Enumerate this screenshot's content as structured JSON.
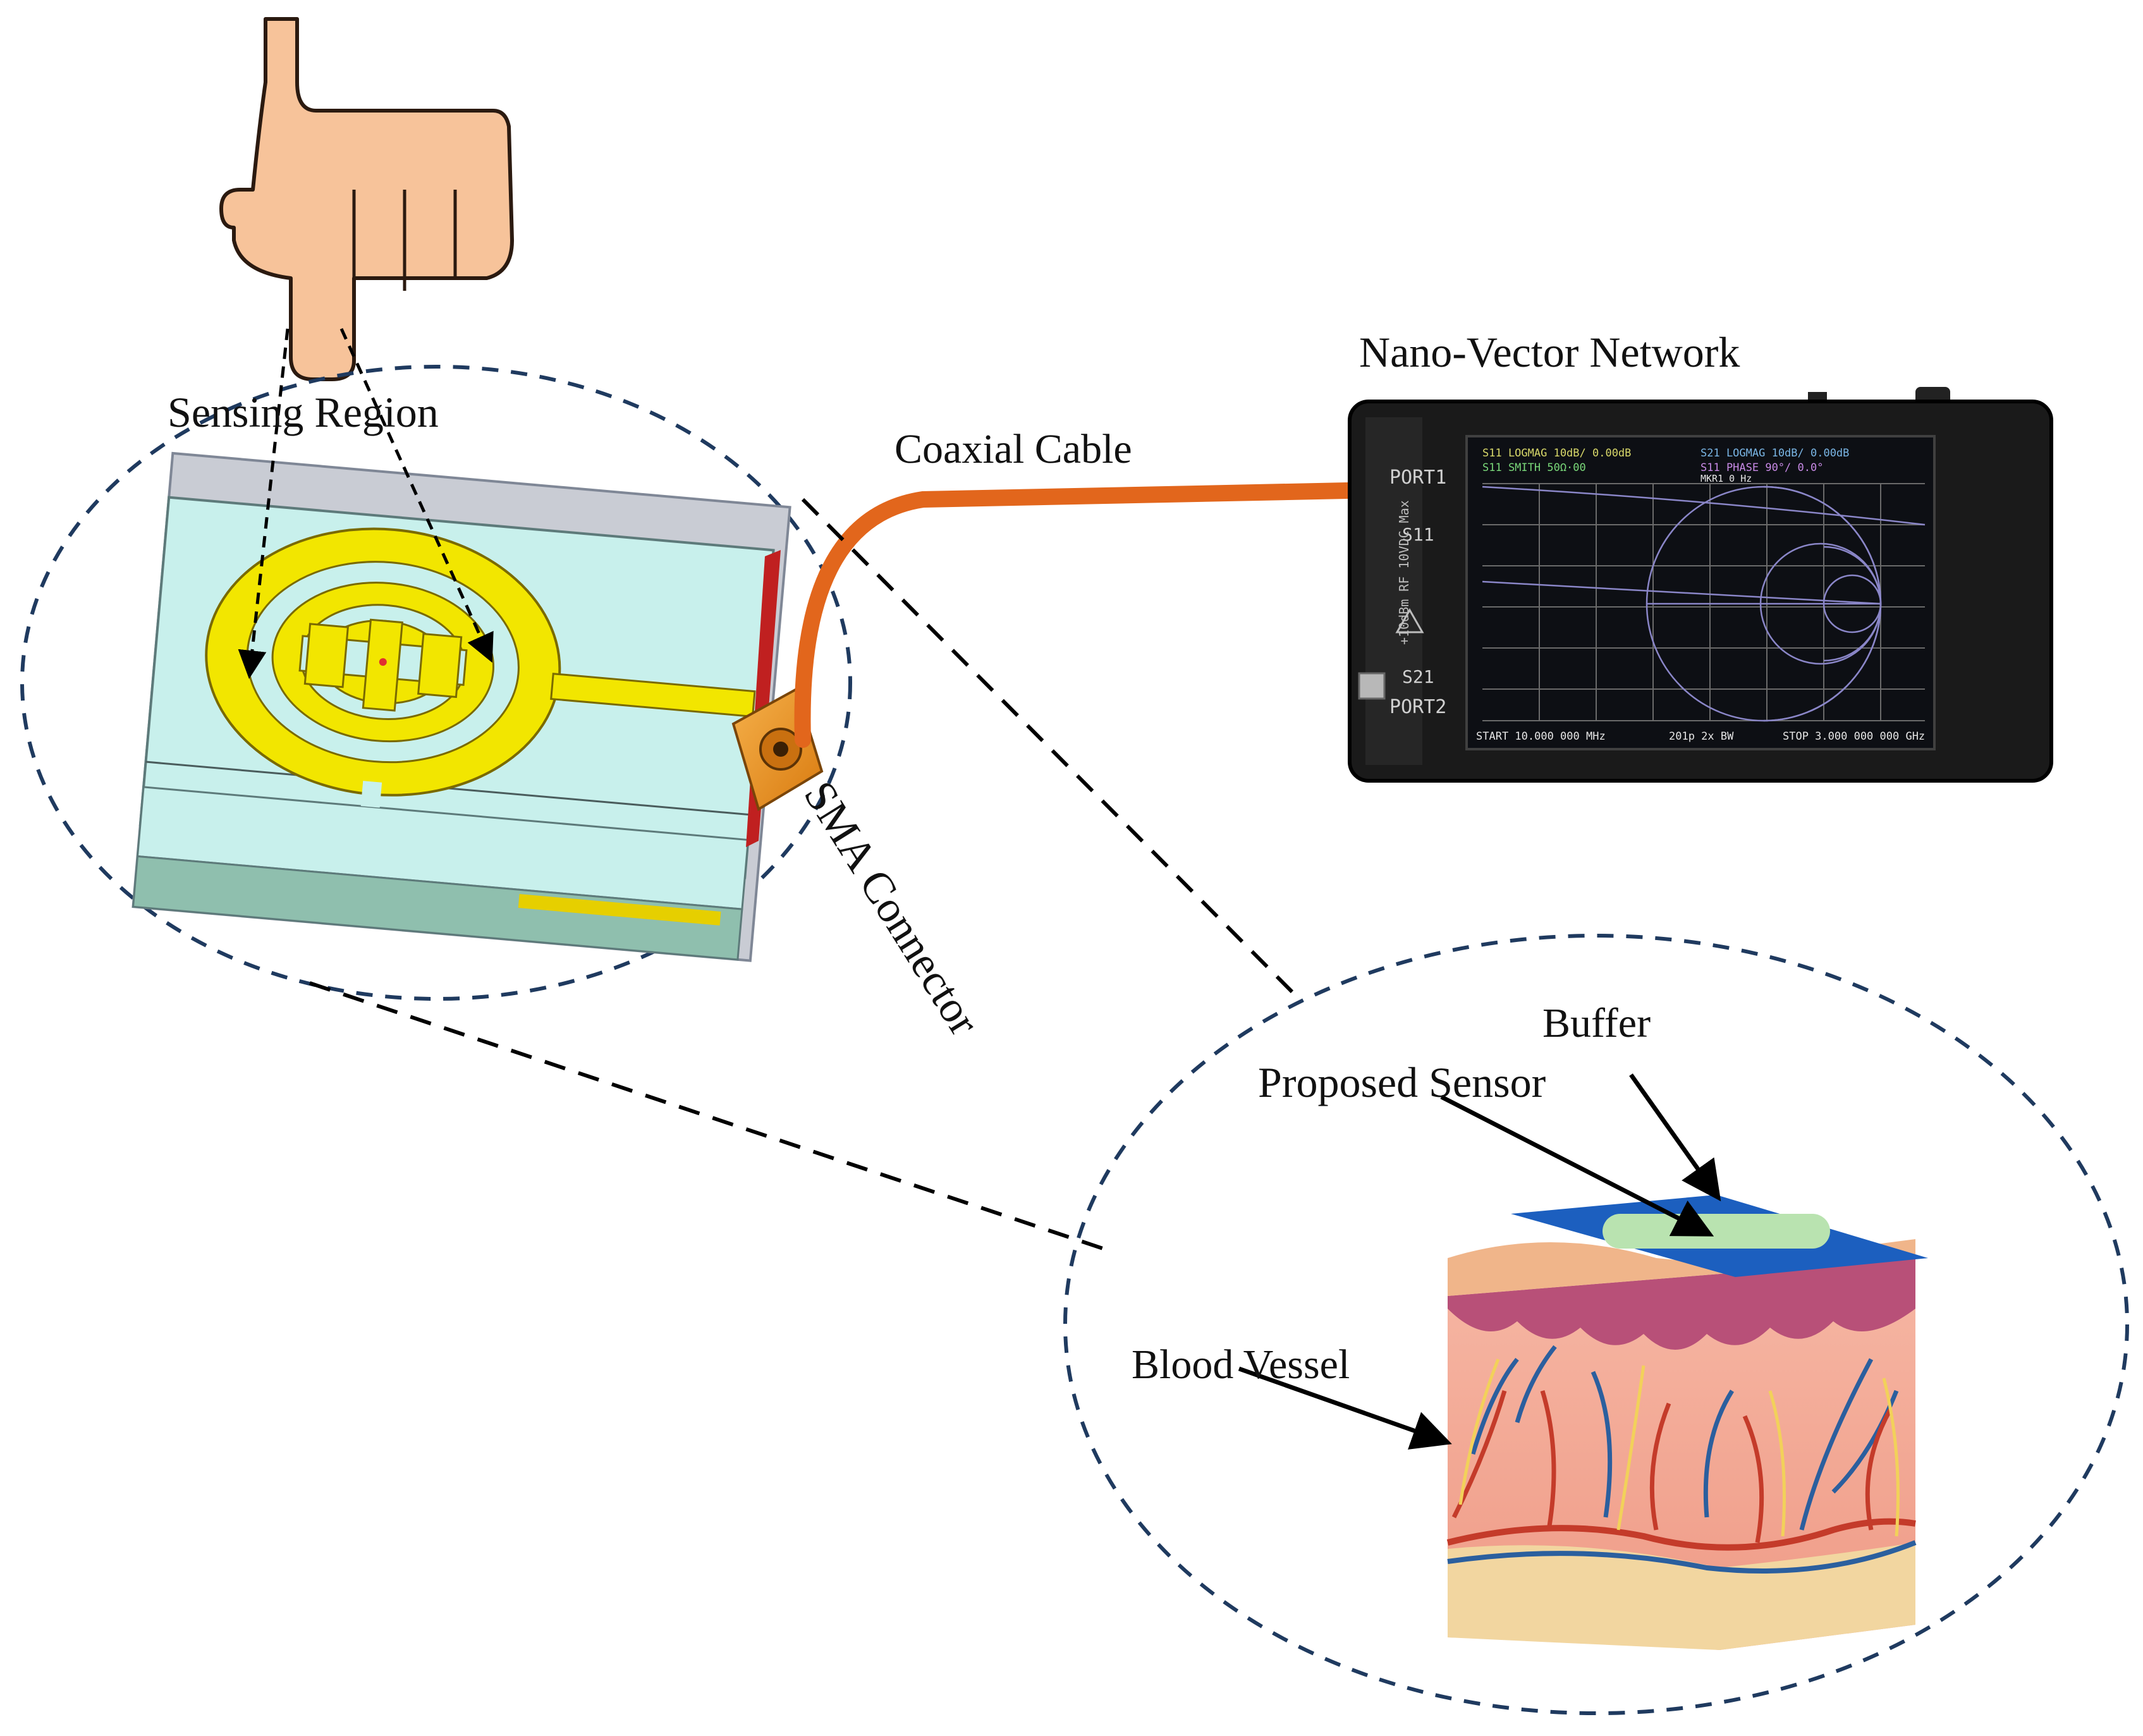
{
  "labels": {
    "sensing_region": "Sensing Region",
    "coaxial_cable": "Coaxial Cable",
    "nano_vector_network": "Nano-Vector Network",
    "sma_connector": "SMA Connector",
    "buffer": "Buffer",
    "proposed_sensor": "Proposed Sensor",
    "blood_vessel": "Blood Vessel"
  },
  "vna": {
    "port1": "PORT1",
    "port2": "PORT2",
    "s11": "S11",
    "s21": "S21",
    "side_text": "+10dBm RF 10VDC Max",
    "trace1": "S11 LOGMAG 10dB/ 0.00dB",
    "trace2": "S11 SMITH 50Ω·00",
    "trace3": "S21 LOGMAG 10dB/ 0.00dB",
    "trace4": "S11 PHASE 90°/ 0.0°",
    "marker": "MKR1 0 Hz",
    "start": "START 10.000 000 MHz",
    "points": "201p 2x BW",
    "stop": "STOP 3.000 000 000 GHz"
  },
  "colors": {
    "dashed_circle": "#1f3a5f",
    "cable": "#e2661c",
    "substrate": "#c8f0ec",
    "resonator": "#f2e600",
    "buffer": "#1c5fbf",
    "sensor_patch": "#b9e3b0",
    "skin": "#f2a28e",
    "vna_body": "#1a1a1a"
  }
}
